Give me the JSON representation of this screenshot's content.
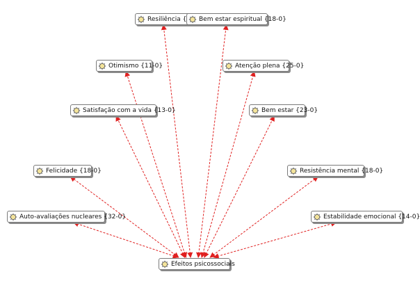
{
  "colors": {
    "edge": "#e02020",
    "node_border": "#7a7a7a",
    "icon_fill": "#f3e39a"
  },
  "center": {
    "id": "efeitos",
    "label": "Efeitos psicossociais"
  },
  "nodes": [
    {
      "id": "resiliencia",
      "label": "Resiliência {28-0}"
    },
    {
      "id": "bem-estar-espiritual",
      "label": "Bem estar espiritual {18-0}"
    },
    {
      "id": "otimismo",
      "label": "Otimismo {11-0}"
    },
    {
      "id": "atencao-plena",
      "label": "Atenção plena {25-0}"
    },
    {
      "id": "satisfacao",
      "label": "Satisfação com a vida {13-0}"
    },
    {
      "id": "bem-estar",
      "label": "Bem estar {23-0}"
    },
    {
      "id": "felicidade",
      "label": "Felicidade {18-0}"
    },
    {
      "id": "resistencia-mental",
      "label": "Resistência mental {18-0}"
    },
    {
      "id": "auto-avaliacoes",
      "label": "Auto-avaliações nucleares {32-0}"
    },
    {
      "id": "estabilidade-emocional",
      "label": "Estabilidade emocional {14-0}"
    }
  ],
  "edges": [
    {
      "from": "efeitos",
      "to": "resiliencia"
    },
    {
      "from": "efeitos",
      "to": "bem-estar-espiritual"
    },
    {
      "from": "efeitos",
      "to": "otimismo"
    },
    {
      "from": "efeitos",
      "to": "atencao-plena"
    },
    {
      "from": "efeitos",
      "to": "satisfacao"
    },
    {
      "from": "efeitos",
      "to": "bem-estar"
    },
    {
      "from": "efeitos",
      "to": "felicidade"
    },
    {
      "from": "efeitos",
      "to": "resistencia-mental"
    },
    {
      "from": "efeitos",
      "to": "auto-avaliacoes"
    },
    {
      "from": "efeitos",
      "to": "estabilidade-emocional"
    }
  ]
}
